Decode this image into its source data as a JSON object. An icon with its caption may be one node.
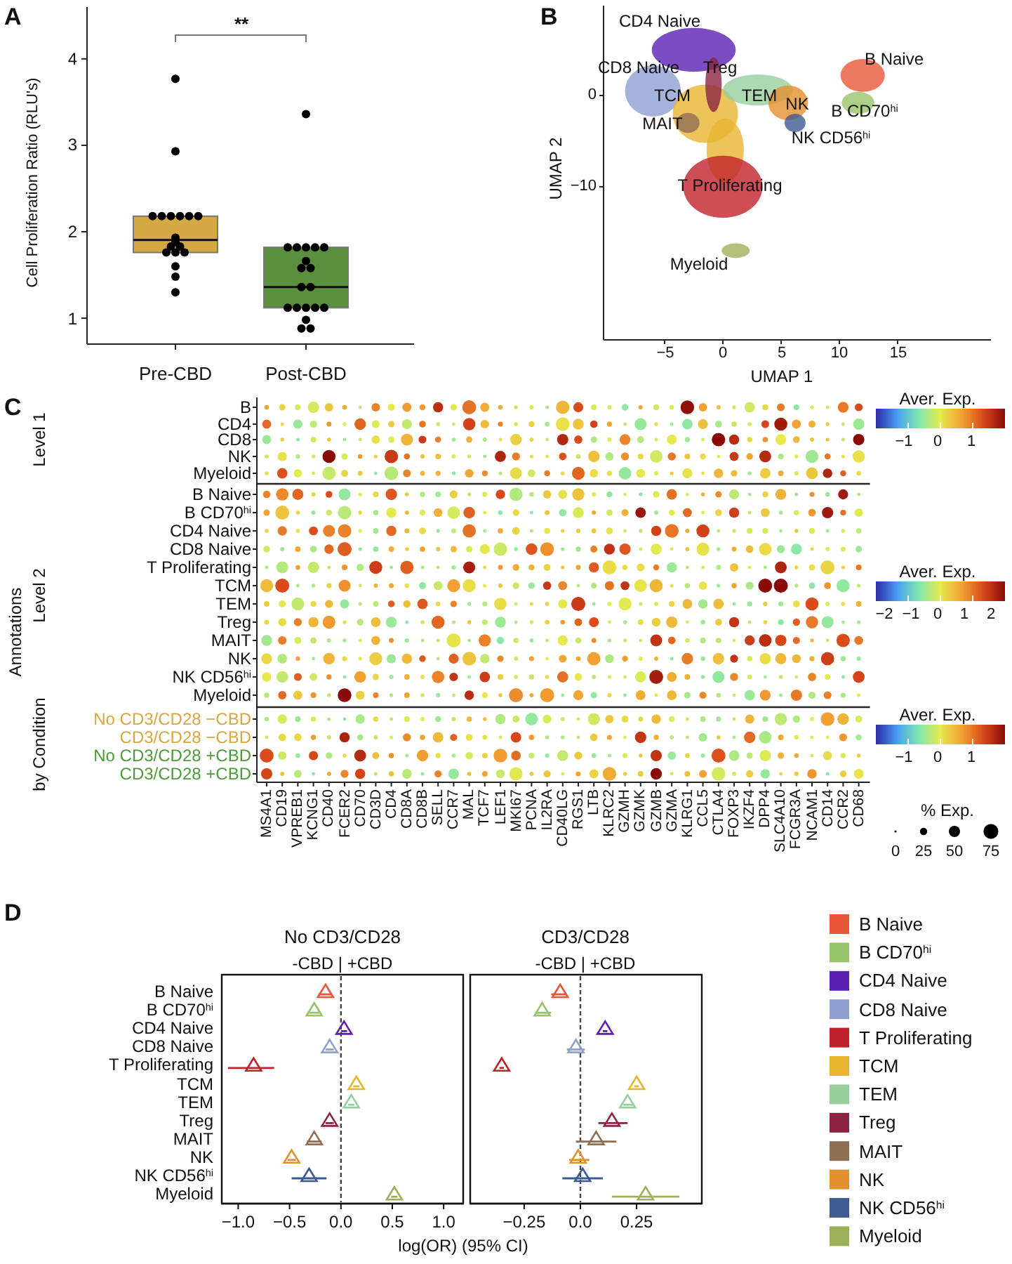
{
  "diagram": {
    "labels": [
      "A",
      "B",
      "UMAP 2",
      "0",
      "−10",
      "CD4 Naive",
      "B Naive",
      "CD8 Naive",
      "Treg",
      "TCM",
      "TEM",
      "NK",
      "B CD70$^{hi}$",
      "MAIT",
      "NK CD56$^{hi}$",
      "T Proliferating",
      "Myeloid",
      "−5",
      "0",
      "5",
      "10",
      "15",
      "UMAP 1",
      "C",
      "Level 1",
      "Annotations",
      "Level 2",
      "by Condition",
      "B",
      "CD4",
      "CD8",
      "NK",
      "Myeloid",
      "B Naive",
      "B CD70$^{hi}$",
      "CD4 Naive",
      "CD8 Naive",
      "T Proliferating",
      "TCM",
      "TEM",
      "Treg",
      "MAIT",
      "NK",
      "NK CD56$^{hi}$",
      "Myeloid",
      "No CD3/CD28 −CBD",
      "CD3/CD28 −CBD",
      "No CD3/CD28 +CBD",
      "CD3/CD28 +CBD",
      "Aver. Exp.",
      "−1",
      "0",
      "1",
      "Aver. Exp.",
      "−2",
      "−1",
      "0",
      "1",
      "2",
      "Aver. Exp.",
      "−1",
      "0",
      "1",
      "% Exp.",
      "0",
      "25",
      "50",
      "75",
      "MS4A1",
      "CD19",
      "VPREB1",
      "KCNG1",
      "CD40",
      "FCER2",
      "CD70",
      "CD3D",
      "CD4",
      "CD8A",
      "CD8B",
      "SELL",
      "CCR7",
      "MAL",
      "TCF7",
      "LEF1",
      "MKI67",
      "PCNA",
      "IL2RA",
      "CD40LG",
      "RGS1",
      "LTB",
      "KLRC2",
      "GZMH",
      "GZMK",
      "GZMB",
      "GZMA",
      "KLRG1",
      "CCL5",
      "CTLA4",
      "FOXP3",
      "IKZF4",
      "DPP4",
      "SLC4A10",
      "FCGR3A",
      "NCAM1",
      "CD14",
      "CCR2",
      "CD68",
      "D",
      "-CBD | +CBD",
      "-CBD | +CBD",
      "log(OR) (95% CI)",
      "**",
      "4",
      "3",
      "2",
      "1",
      "Cell Proliferation Ratio (RLU's)",
      "Pre-CBD",
      "Post-CBD"
    ],
    "legend": [
      {
        "text": "B Naive",
        "color": "#e8573a"
      },
      {
        "text": "B CD70$^{hi}$",
        "color": "#98c46a"
      },
      {
        "text": "CD4 Naive",
        "color": "#5b1fb3"
      },
      {
        "text": "CD8 Naive",
        "color": "#8f9fcf"
      },
      {
        "text": "T Proliferating",
        "color": "#c0222a"
      },
      {
        "text": "TCM",
        "color": "#e8b530"
      },
      {
        "text": "TEM",
        "color": "#97cf9f"
      },
      {
        "text": "Treg",
        "color": "#8b2442"
      },
      {
        "text": "MAIT",
        "color": "#8f6f52"
      },
      {
        "text": "NK",
        "color": "#e39030"
      },
      {
        "text": "NK CD56$^{hi}$",
        "color": "#3e5a92"
      },
      {
        "text": "Myeloid",
        "color": "#9db05a"
      }
    ],
    "chart_data": [
      {
        "type": "scatter",
        "title": "No CD3/CD28",
        "orientation": "horizontal",
        "categories": [
          "B Naive",
          "B CD70$^{hi}$",
          "CD4 Naive",
          "CD8 Naive",
          "T Proliferating",
          "TCM",
          "TEM",
          "Treg",
          "MAIT",
          "NK",
          "NK CD56$^{hi}$",
          "Myeloid"
        ],
        "xlim": [
          -1.16,
          1.19
        ],
        "xticks": [
          {
            "value": -1,
            "label": "−1.0"
          },
          {
            "value": -0.5,
            "label": "−0.5"
          },
          {
            "value": 0,
            "label": "0.0"
          },
          {
            "value": 0.5,
            "label": "0.5"
          },
          {
            "value": 1,
            "label": "1.0"
          }
        ],
        "series": [
          {
            "colors": [
              "#e8573a",
              "#98c46a",
              "#5b1fb3",
              "#8f9fcf",
              "#c0222a",
              "#e8b530",
              "#97cf9f",
              "#8b2442",
              "#8f6f52",
              "#e39030",
              "#3e5a92",
              "#9db05a"
            ],
            "values": [
              -0.15,
              -0.26,
              0.03,
              -0.11,
              -0.85,
              0.15,
              0.1,
              -0.11,
              -0.26,
              -0.48,
              -0.31,
              0.52
            ],
            "errors": [
              [
                -0.22,
                -0.09
              ],
              [
                -0.31,
                -0.21
              ],
              [
                0.0,
                0.06
              ],
              [
                -0.15,
                -0.07
              ],
              [
                -1.1,
                -0.65
              ],
              [
                0.12,
                0.18
              ],
              [
                0.07,
                0.13
              ],
              [
                -0.15,
                -0.07
              ],
              [
                -0.33,
                -0.19
              ],
              [
                -0.52,
                -0.44
              ],
              [
                -0.48,
                -0.14
              ],
              [
                0.49,
                0.55
              ]
            ]
          }
        ]
      },
      {
        "type": "scatter",
        "title": "CD3/CD28",
        "orientation": "horizontal",
        "xlim": [
          -0.49,
          0.54
        ],
        "xticks": [
          {
            "value": -0.25,
            "label": "−0.25"
          },
          {
            "value": 0,
            "label": "0.0"
          },
          {
            "value": 0.25,
            "label": "0.25"
          }
        ],
        "series": [
          {
            "colors": [
              "#e8573a",
              "#98c46a",
              "#5b1fb3",
              "#8f9fcf",
              "#c0222a",
              "#e8b530",
              "#97cf9f",
              "#8b2442",
              "#8f6f52",
              "#e39030",
              "#3e5a92",
              "#9db05a"
            ],
            "values": [
              -0.09,
              -0.17,
              0.11,
              -0.02,
              -0.35,
              0.25,
              0.21,
              0.14,
              0.07,
              -0.01,
              0.01,
              0.29
            ],
            "errors": [
              [
                -0.13,
                -0.06
              ],
              [
                -0.2,
                -0.13
              ],
              [
                0.1,
                0.12
              ],
              [
                -0.06,
                0.02
              ],
              [
                -0.36,
                -0.34
              ],
              [
                0.24,
                0.26
              ],
              [
                0.19,
                0.24
              ],
              [
                0.08,
                0.21
              ],
              [
                -0.02,
                0.16
              ],
              [
                -0.05,
                0.04
              ],
              [
                -0.08,
                0.1
              ],
              [
                0.14,
                0.44
              ]
            ]
          }
        ]
      }
    ]
  }
}
